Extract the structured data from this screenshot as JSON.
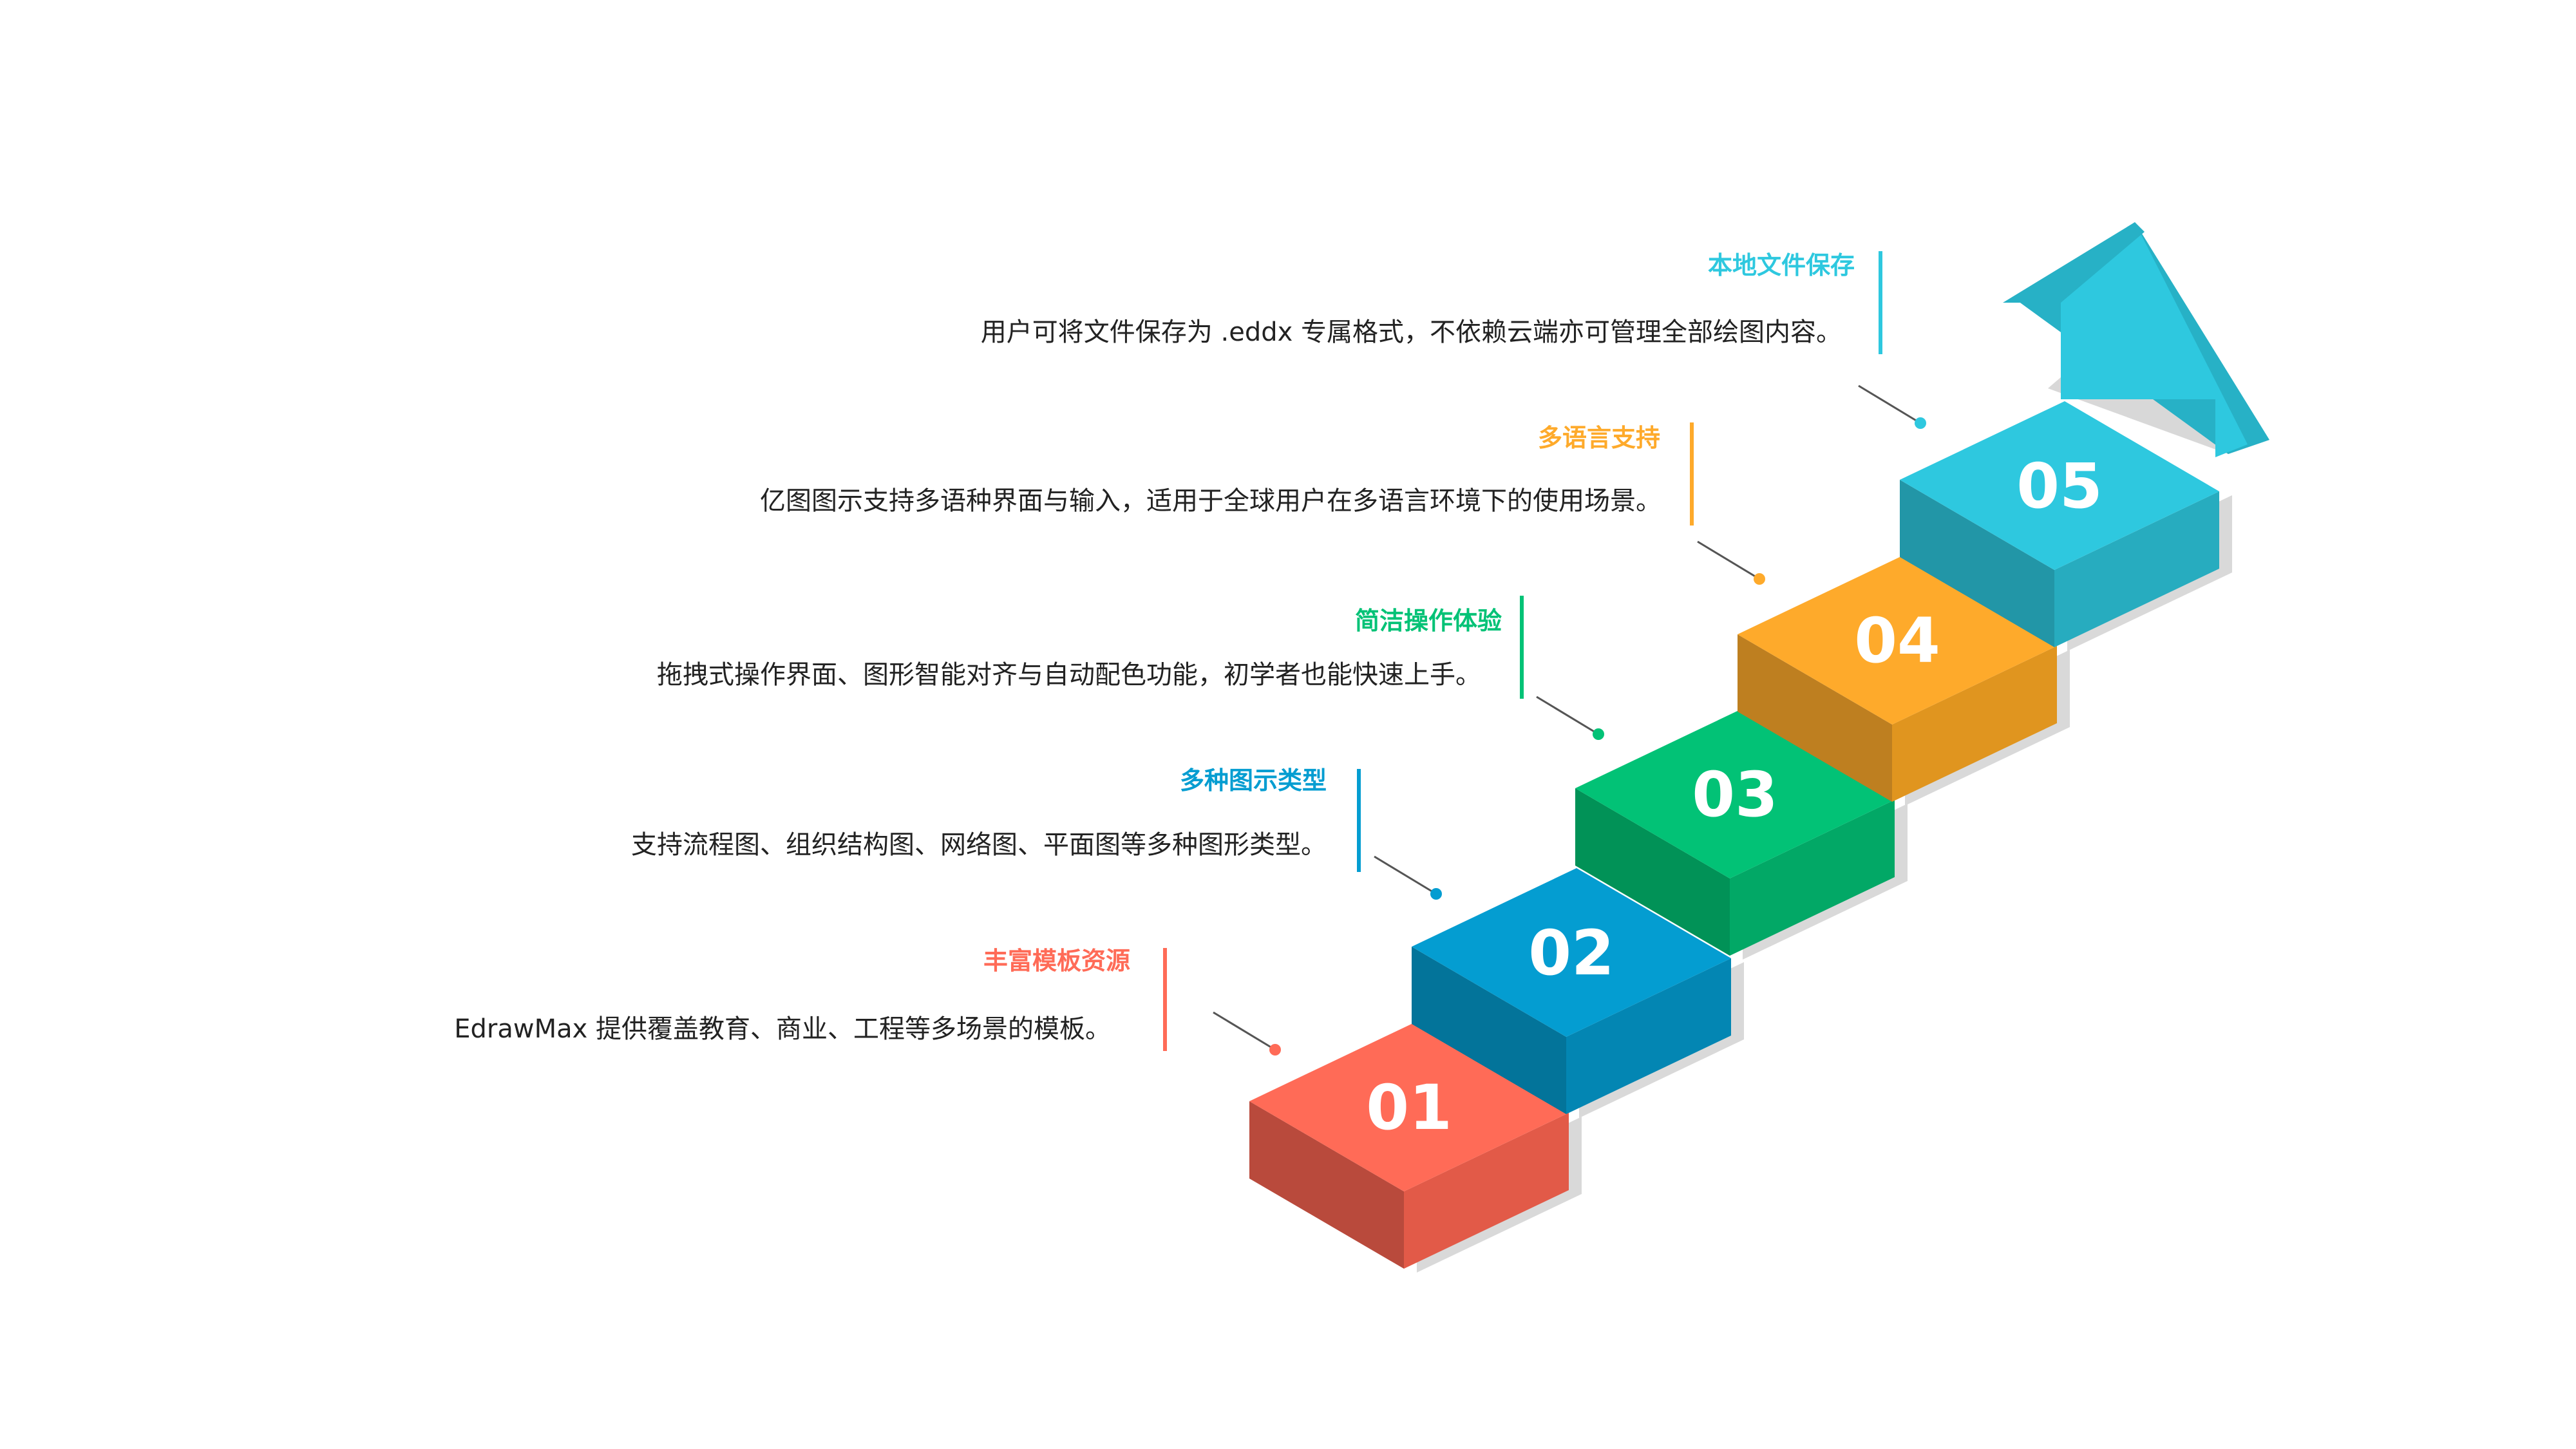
{
  "steps": [
    {
      "number": "01",
      "title": "丰富模板资源",
      "description": "EdrawMax 提供覆盖教育、商业、工程等多场景的模板。",
      "colors": {
        "top": "#FF6B57",
        "front": "#B94A3C",
        "side": "#E25A48"
      }
    },
    {
      "number": "02",
      "title": "多种图示类型",
      "description": "支持流程图、组织结构图、网络图、平面图等多种图形类型。",
      "colors": {
        "top": "#049DD1",
        "front": "#03749A",
        "side": "#0386B3"
      }
    },
    {
      "number": "03",
      "title": "简洁操作体验",
      "description": "拖拽式操作界面、图形智能对齐与自动配色功能，初学者也能快速上手。",
      "colors": {
        "top": "#02C276",
        "front": "#019257",
        "side": "#02A866"
      }
    },
    {
      "number": "04",
      "title": "多语言支持",
      "description": "亿图图示支持多语种界面与输入，适用于全球用户在多语言环境下的使用场景。",
      "colors": {
        "top": "#FEAA2B",
        "front": "#BE7F20",
        "side": "#E0951F"
      }
    },
    {
      "number": "05",
      "title": "本地文件保存",
      "description": "用户可将文件保存为 .eddx 专属格式，不依赖云端亦可管理全部绘图内容。",
      "colors": {
        "top": "#2EC8DF",
        "front": "#2296A7",
        "side": "#27ACBF"
      }
    }
  ],
  "arrow_colors": {
    "top": "#2EC8DF",
    "side": "#27B1C6",
    "shadow": "#D8D8D8"
  },
  "shadow_color": "#D9D9D9"
}
